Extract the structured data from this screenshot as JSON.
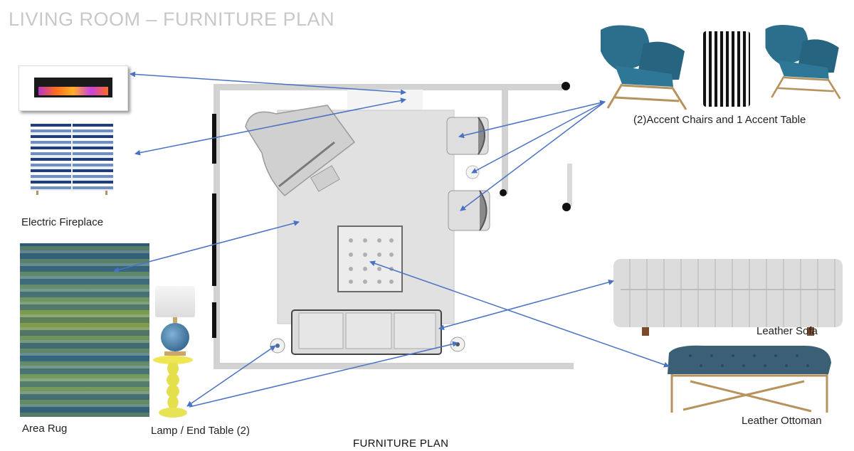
{
  "title": "LIVING ROOM – FURNITURE PLAN",
  "caption": "FURNITURE PLAN",
  "labels": {
    "fireplace": "Electric Fireplace",
    "rug": "Area Rug",
    "lamp": "Lamp / End Table (2)",
    "chairs": "(2)Accent Chairs and 1 Accent Table",
    "sofa": "Leather Sofa",
    "ottoman": "Leather Ottoman"
  },
  "colors": {
    "arrow": "#4a72c4",
    "title": "#c8c8c8",
    "plan_gray": "#e2e2e2",
    "wall": "#cfcfcf",
    "chair_teal": "#2b6f8c",
    "lamp_yellow": "#e8e255",
    "sofa_gray": "#d9d9d9",
    "ottoman_teal": "#3b5f75",
    "brass": "#b8925c"
  }
}
